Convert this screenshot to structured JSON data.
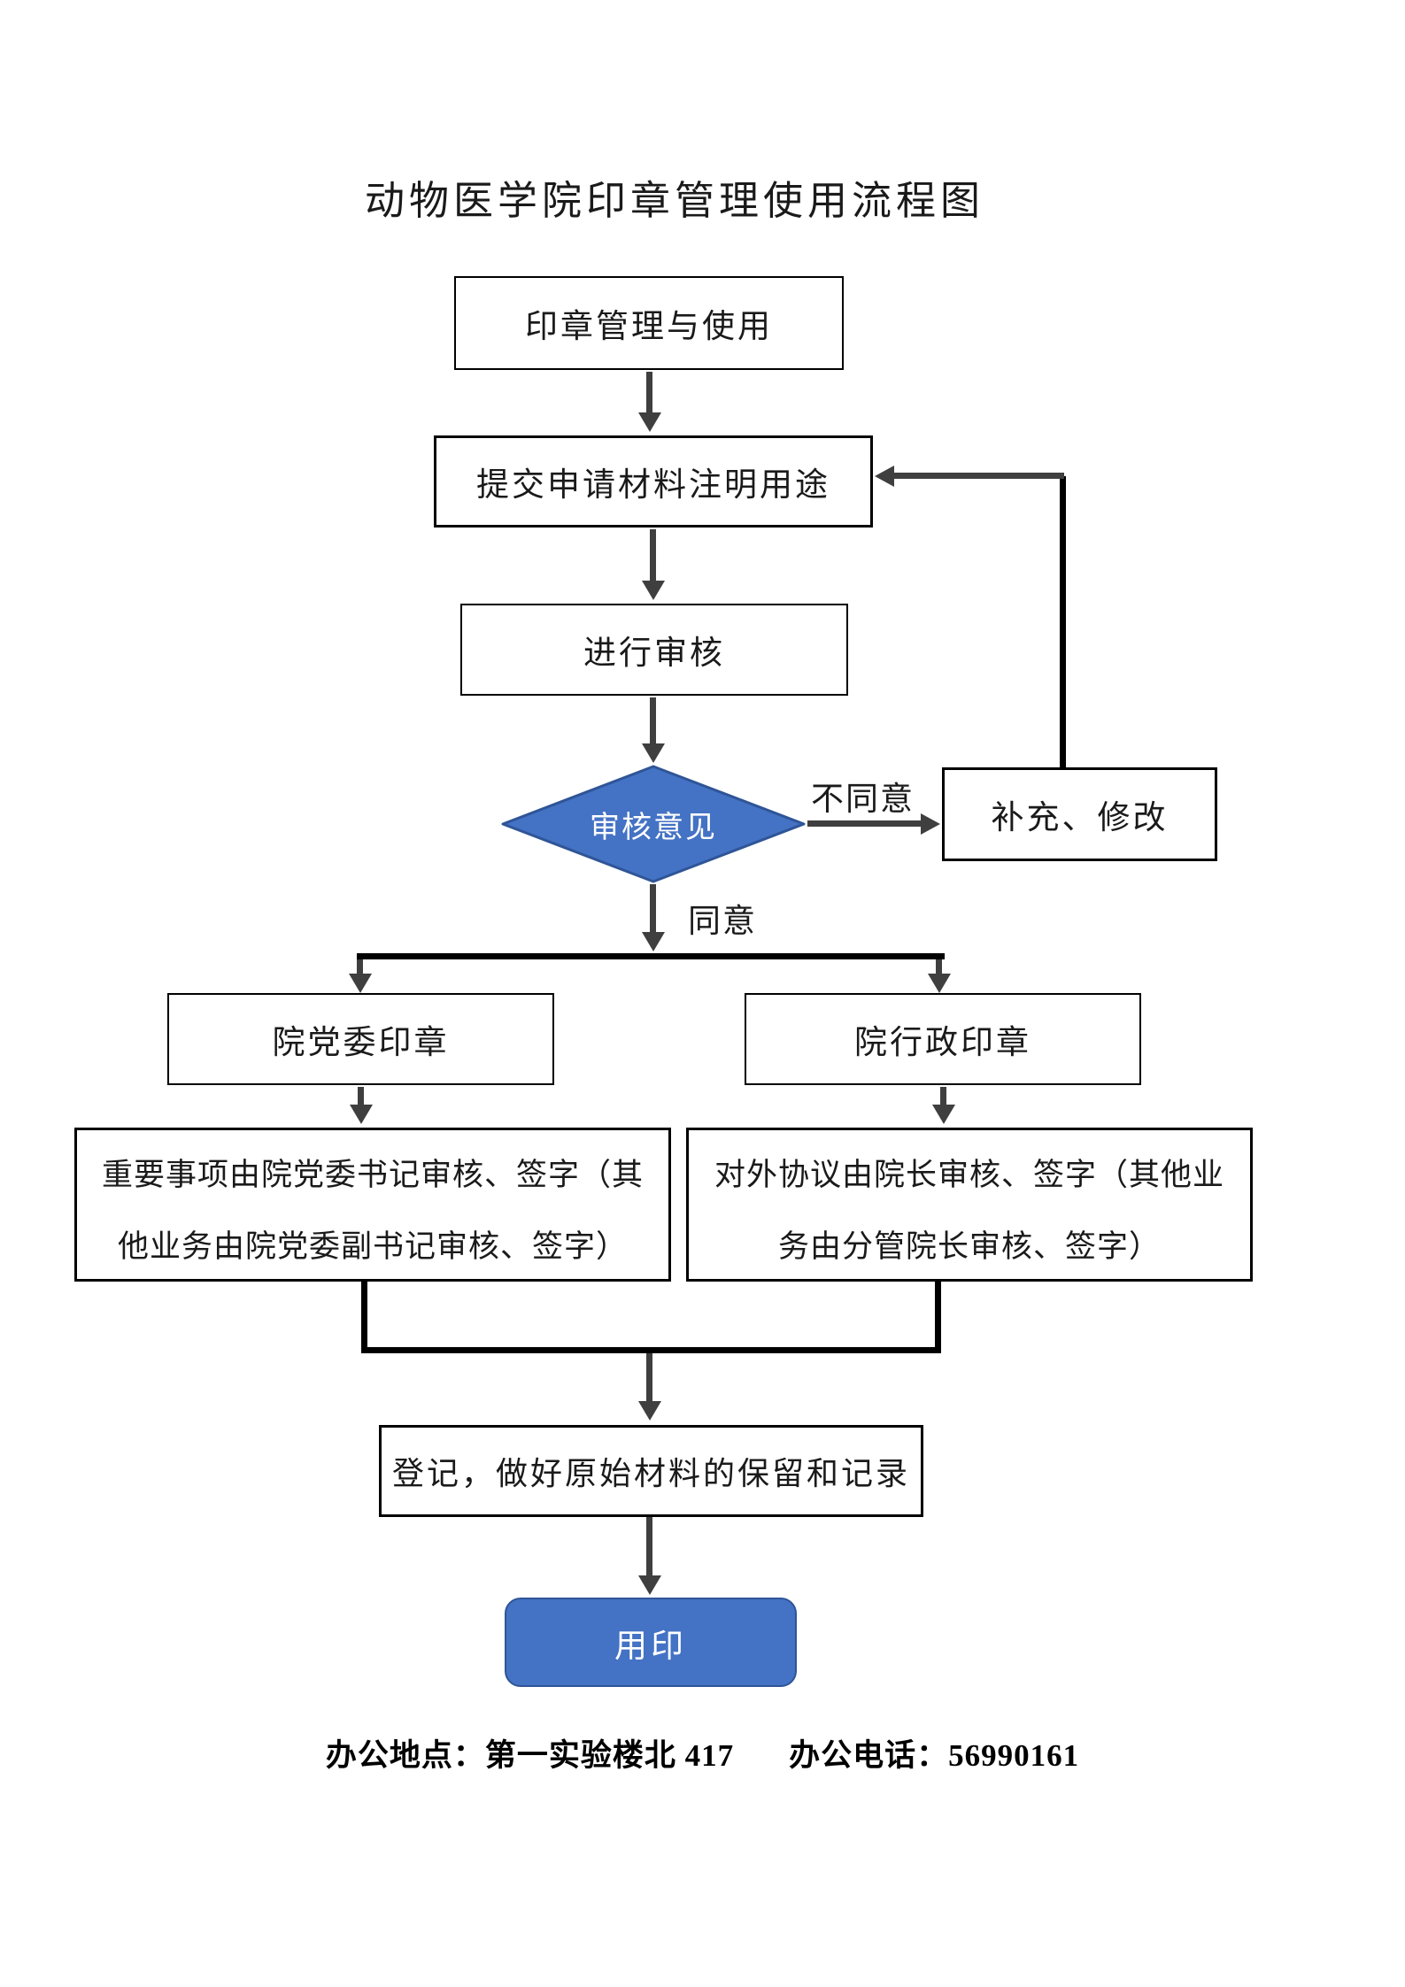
{
  "title": "动物医学院印章管理使用流程图",
  "colors": {
    "accent_blue": "#4472C4",
    "accent_blue_border": "#2F5597",
    "arrow_gray": "#3F3F3F",
    "line_black": "#000000"
  },
  "nodes": {
    "start": {
      "label": "印章管理与使用"
    },
    "submit": {
      "label": "提交申请材料注明用途"
    },
    "review": {
      "label": "进行审核"
    },
    "decision": {
      "label": "审核意见"
    },
    "supplement": {
      "label": "补充、修改"
    },
    "party_seal": {
      "label": "院党委印章"
    },
    "admin_seal": {
      "label": "院行政印章"
    },
    "party_detail": {
      "line1": "重要事项由院党委书记审核、签字（其",
      "line2": "他业务由院党委副书记审核、签字）"
    },
    "admin_detail": {
      "line1": "对外协议由院长审核、签字（其他业",
      "line2": "务由分管院长审核、签字）"
    },
    "register": {
      "label": "登记，做好原始材料的保留和记录"
    },
    "stamp": {
      "label": "用印"
    }
  },
  "edge_labels": {
    "disagree": "不同意",
    "agree": "同意"
  },
  "footer": {
    "location": "办公地点：第一实验楼北 417",
    "phone": "办公电话：56990161"
  }
}
